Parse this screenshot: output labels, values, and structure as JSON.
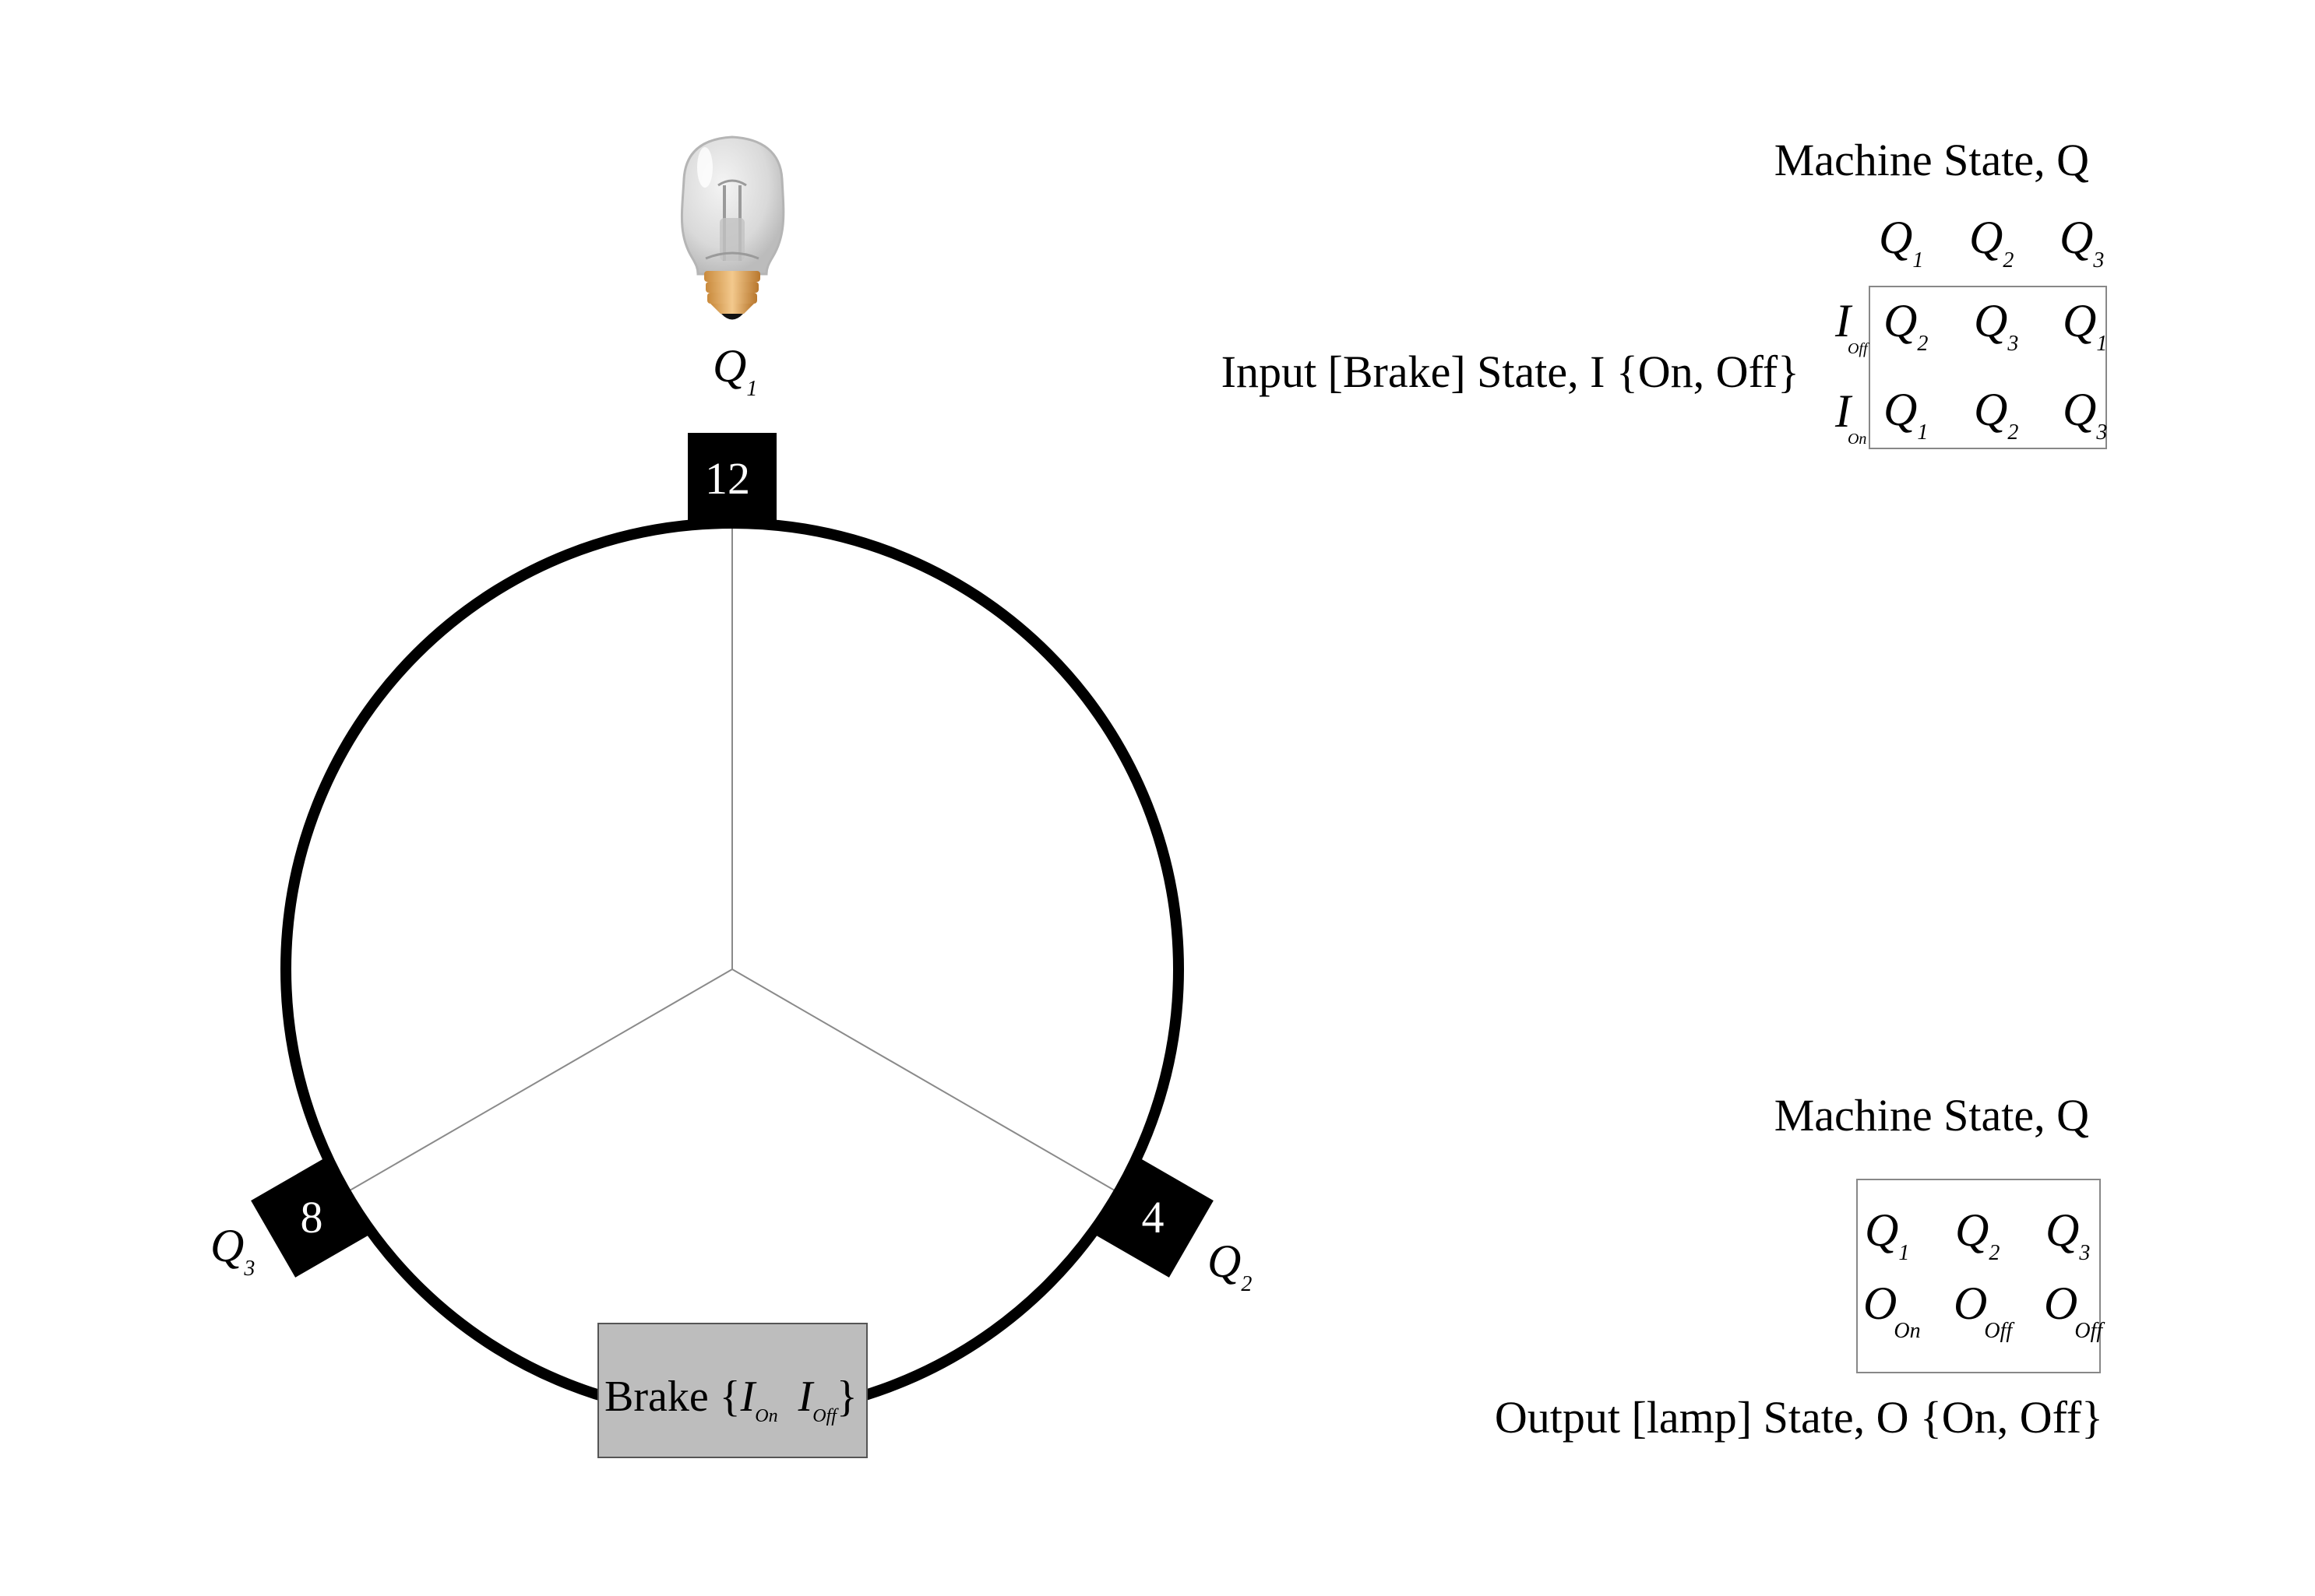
{
  "wheel": {
    "positions": [
      {
        "number": "12",
        "state": "Q",
        "sub": "1"
      },
      {
        "number": "4",
        "state": "Q",
        "sub": "2"
      },
      {
        "number": "8",
        "state": "Q",
        "sub": "3"
      }
    ],
    "brake": {
      "label": "Brake {",
      "a": "I",
      "a_sub": "On",
      "b": "I",
      "b_sub": "Off",
      "close": "}"
    }
  },
  "transition_table": {
    "title": "Machine State, Q",
    "row_heading": "Input [Brake] State, I {On, Off}",
    "columns": [
      {
        "sym": "Q",
        "sub": "1"
      },
      {
        "sym": "Q",
        "sub": "2"
      },
      {
        "sym": "Q",
        "sub": "3"
      }
    ],
    "rows": [
      {
        "sym": "I",
        "sub": "Off",
        "cells": [
          {
            "sym": "Q",
            "sub": "2"
          },
          {
            "sym": "Q",
            "sub": "3"
          },
          {
            "sym": "Q",
            "sub": "1"
          }
        ]
      },
      {
        "sym": "I",
        "sub": "On",
        "cells": [
          {
            "sym": "Q",
            "sub": "1"
          },
          {
            "sym": "Q",
            "sub": "2"
          },
          {
            "sym": "Q",
            "sub": "3"
          }
        ]
      }
    ]
  },
  "output_table": {
    "title": "Machine State, Q",
    "footer": "Output [lamp] State, O {On, Off}",
    "states": [
      {
        "sym": "Q",
        "sub": "1"
      },
      {
        "sym": "Q",
        "sub": "2"
      },
      {
        "sym": "Q",
        "sub": "3"
      }
    ],
    "outputs": [
      {
        "sym": "O",
        "sub": "On"
      },
      {
        "sym": "O",
        "sub": "Off"
      },
      {
        "sym": "O",
        "sub": "Off"
      }
    ]
  },
  "colors": {
    "ring": "#000000",
    "spoke": "#8a8a8a",
    "brake_fill": "#bdbdbd",
    "marker": "#000000",
    "marker_text": "#ffffff"
  }
}
